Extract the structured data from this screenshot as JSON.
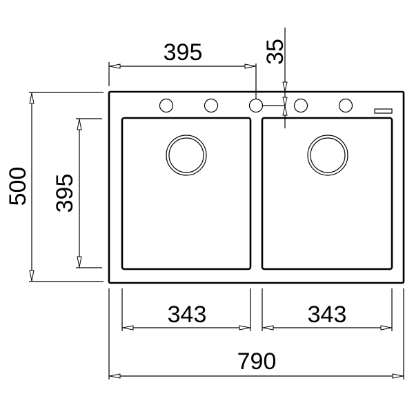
{
  "drawing": {
    "title": "Double bowl sink dimension drawing",
    "dimensions": {
      "tap_hole_offset": "395",
      "tap_hole_to_bowl": "35",
      "overall_depth": "500",
      "bowl_depth": "395",
      "left_bowl_width": "343",
      "right_bowl_width": "343",
      "overall_width": "790"
    },
    "tap_holes": 5,
    "bowls": 2
  }
}
